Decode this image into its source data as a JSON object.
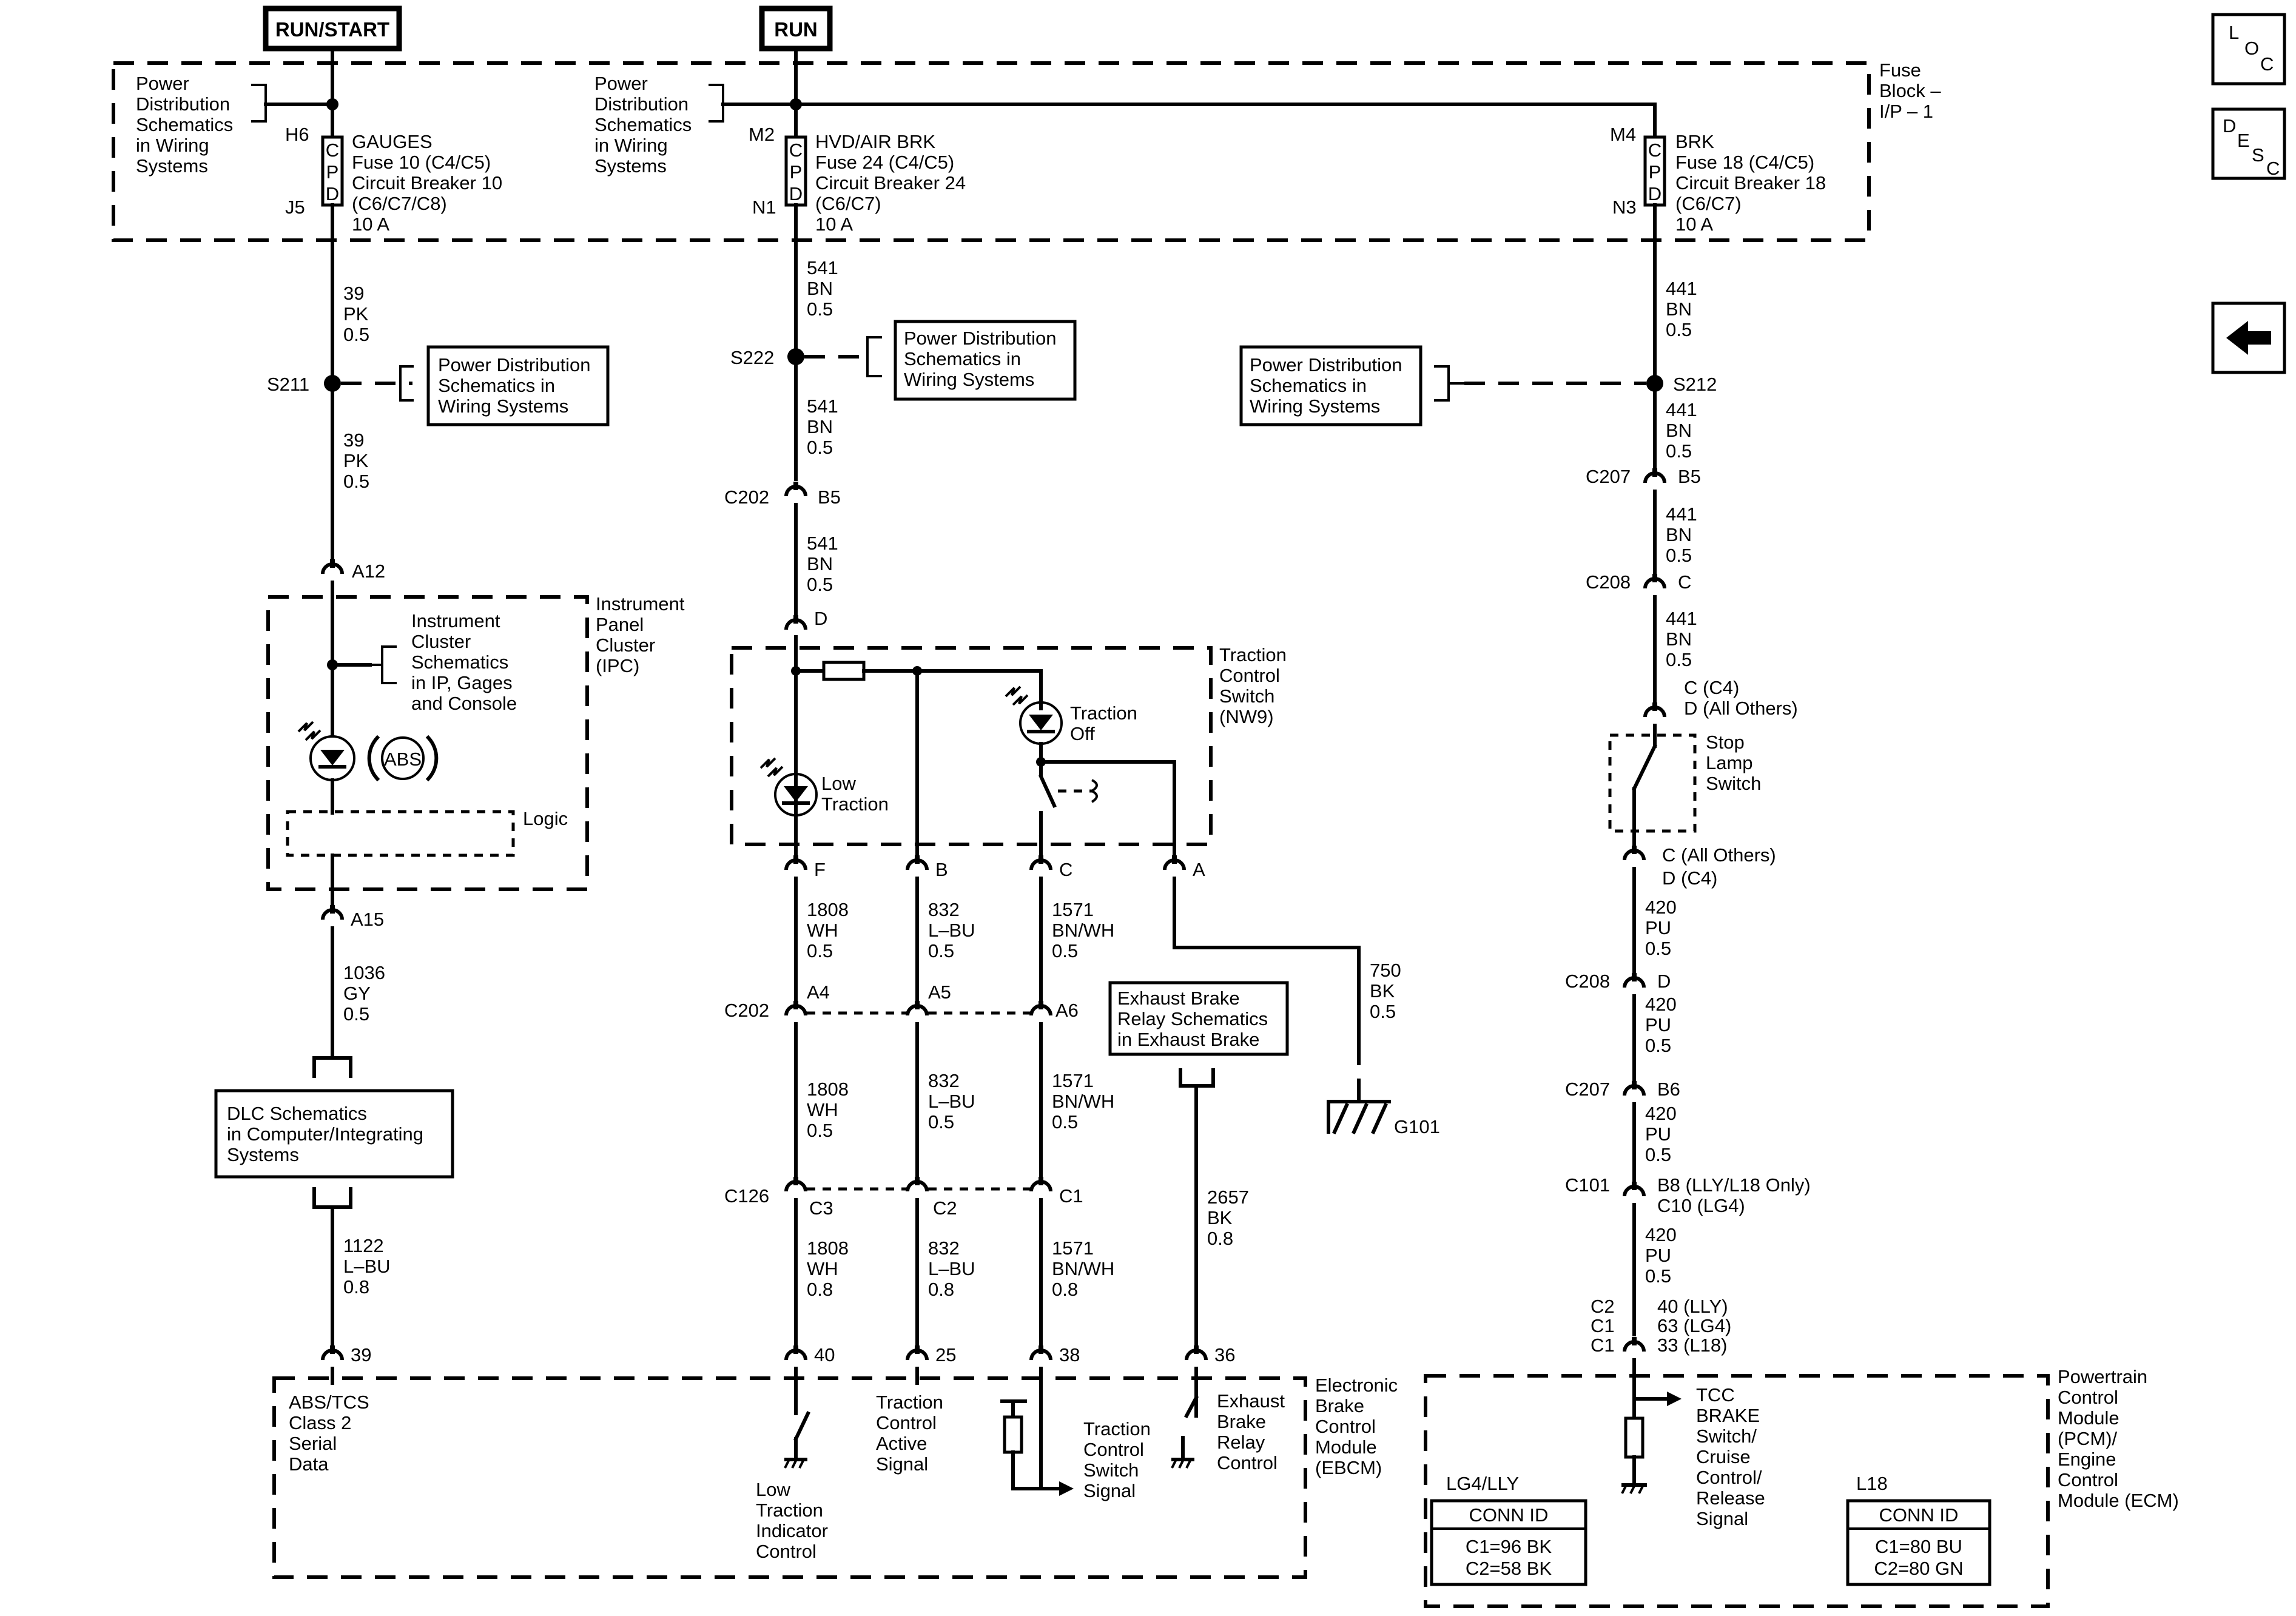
{
  "sources": {
    "run_start": "RUN/START",
    "run": "RUN"
  },
  "fuse_block": {
    "l1": "Fuse",
    "l2": "Block –",
    "l3": "I/P – 1"
  },
  "pd_fuse": {
    "l1": "Power",
    "l2": "Distribution",
    "l3": "Schematics",
    "l4": "in Wiring",
    "l5": "Systems"
  },
  "pd_ref": {
    "l1": "Power Distribution",
    "l2": "Schematics in",
    "l3": "Wiring  Systems"
  },
  "pd_ref2": {
    "l1": "Power Distribution",
    "l2": "Schematics in",
    "l3": "Wiring  Systems"
  },
  "pd_ref3": {
    "l1": "Power Distribution",
    "l2": "Schematics in",
    "l3": "Wiring  Systems"
  },
  "cpd": {
    "c": "C",
    "p": "P",
    "d": "D"
  },
  "fuse_gauges": {
    "pin_top": "H6",
    "pin_bot": "J5",
    "l1": "GAUGES",
    "l2": "Fuse 10 (C4/C5)",
    "l3": "Circuit Breaker 10",
    "l4": "(C6/C7/C8)",
    "l5": "10 A"
  },
  "fuse_hvd": {
    "pin_top": "M2",
    "pin_bot": "N1",
    "l1": "HVD/AIR BRK",
    "l2": "Fuse 24 (C4/C5)",
    "l3": "Circuit Breaker 24",
    "l4": "(C6/C7)",
    "l5": "10 A"
  },
  "fuse_brk": {
    "pin_top": "M4",
    "pin_bot": "N3",
    "l1": "BRK",
    "l2": "Fuse 18 (C4/C5)",
    "l3": "Circuit Breaker 18",
    "l4": "(C6/C7)",
    "l5": "10 A"
  },
  "splices": {
    "s211": "S211",
    "s222": "S222",
    "s212": "S212"
  },
  "wire39": {
    "n": "39",
    "c": "PK",
    "g": "0.5"
  },
  "wire1036": {
    "n": "1036",
    "c": "GY",
    "g": "0.5"
  },
  "wire1122": {
    "n": "1122",
    "c": "L–BU",
    "g": "0.8"
  },
  "wire541": {
    "n": "541",
    "c": "BN",
    "g": "0.5"
  },
  "wire1808": {
    "n": "1808",
    "c": "WH",
    "g": "0.5",
    "g2": "0.8"
  },
  "wire832": {
    "n": "832",
    "c": "L–BU",
    "g": "0.5",
    "g2": "0.8"
  },
  "wire1571": {
    "n": "1571",
    "c": "BN/WH",
    "g": "0.5",
    "g2": "0.8"
  },
  "wire750": {
    "n": "750",
    "c": "BK",
    "g": "0.5"
  },
  "wire2657": {
    "n": "2657",
    "c": "BK",
    "g": "0.8"
  },
  "wire441": {
    "n": "441",
    "c": "BN",
    "g": "0.5"
  },
  "wire420": {
    "n": "420",
    "c": "PU",
    "g": "0.5"
  },
  "ipc": {
    "title": {
      "l1": "Instrument",
      "l2": "Panel",
      "l3": "Cluster",
      "l4": "(IPC)"
    },
    "ref": {
      "l1": "Instrument",
      "l2": "Cluster",
      "l3": "Schematics",
      "l4": "in IP, Gages",
      "l5": "and Console"
    },
    "logic": "Logic",
    "abs": "ABS",
    "pin_in": "A12",
    "pin_out": "A15"
  },
  "dlc": {
    "l1": "DLC Schematics",
    "l2": "in Computer/Integrating",
    "l3": "Systems"
  },
  "tcs": {
    "title": {
      "l1": "Traction",
      "l2": "Control",
      "l3": "Switch",
      "l4": "(NW9)"
    },
    "low": {
      "l1": "Low",
      "l2": "Traction"
    },
    "off": {
      "l1": "Traction",
      "l2": "Off"
    },
    "pins": {
      "d": "D",
      "f": "F",
      "b": "B",
      "c": "C",
      "a": "A"
    }
  },
  "c202": {
    "name": "C202",
    "b5": "B5",
    "a4": "A4",
    "a5": "A5",
    "a6": "A6"
  },
  "c126": {
    "name": "C126",
    "c3": "C3",
    "c2": "C2",
    "c1": "C1"
  },
  "exhaust_ref": {
    "l1": "Exhaust Brake",
    "l2": "Relay Schematics",
    "l3": "in Exhaust Brake"
  },
  "g101": "G101",
  "right": {
    "c207a": "C207",
    "b5": "B5",
    "c208a": "C208",
    "c": "C",
    "stop_top1": "C (C4)",
    "stop_top2": "D (All Others)",
    "stop": {
      "l1": "Stop",
      "l2": "Lamp",
      "l3": "Switch"
    },
    "stop_bot1": "C (All Others)",
    "stop_bot2": "D (C4)",
    "c208b": "C208",
    "d": "D",
    "c207b": "C207",
    "b6": "B6",
    "c101": "C101",
    "b8": "B8  (LLY/L18 Only)",
    "c10": "C10 (LG4)",
    "pc1": "C2",
    "pc2": "C1",
    "pc3": "C1",
    "pp1": "40 (LLY)",
    "pp2": "63 (LG4)",
    "pp3": "33 (L18)"
  },
  "ebcm": {
    "title": {
      "l1": "Electronic",
      "l2": "Brake",
      "l3": "Control",
      "l4": "Module",
      "l5": "(EBCM)"
    },
    "abs": {
      "l1": "ABS/TCS",
      "l2": "Class 2",
      "l3": "Serial",
      "l4": "Data"
    },
    "pins": {
      "p39": "39",
      "p40": "40",
      "p25": "25",
      "p38": "38",
      "p36": "36"
    },
    "lowind": {
      "l1": "Low",
      "l2": "Traction",
      "l3": "Indicator",
      "l4": "Control"
    },
    "tca": {
      "l1": "Traction",
      "l2": "Control",
      "l3": "Active",
      "l4": "Signal"
    },
    "tcs": {
      "l1": "Traction",
      "l2": "Control",
      "l3": "Switch",
      "l4": "Signal"
    },
    "exh": {
      "l1": "Exhaust",
      "l2": "Brake",
      "l3": "Relay",
      "l4": "Control"
    }
  },
  "pcm": {
    "title": {
      "l1": "Powertrain",
      "l2": "Control",
      "l3": "Module",
      "l4": "(PCM)/",
      "l5": "Engine",
      "l6": "Control",
      "l7": "Module (ECM)"
    },
    "tcc": {
      "l1": "TCC",
      "l2": "BRAKE",
      "l3": "Switch/",
      "l4": "Cruise",
      "l5": "Control/",
      "l6": "Release",
      "l7": "Signal"
    },
    "lg4": {
      "label": "LG4/LLY",
      "head": "CONN ID",
      "r1": "C1=96 BK",
      "r2": "C2=58 BK"
    },
    "l18": {
      "label": "L18",
      "head": "CONN ID",
      "r1": "C1=80 BU",
      "r2": "C2=80 GN"
    }
  },
  "nav": {
    "loc_l": "L",
    "loc_o": "O",
    "loc_c": "C",
    "desc_d": "D",
    "desc_e": "E",
    "desc_s": "S",
    "desc_c": "C"
  }
}
